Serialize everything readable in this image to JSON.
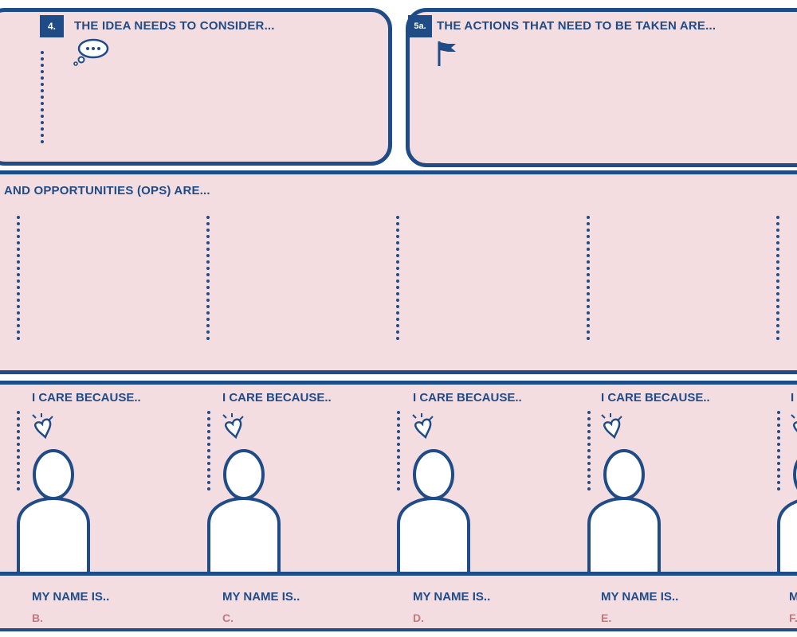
{
  "section4": {
    "number": "4.",
    "heading": "THE IDEA NEEDS TO CONSIDER..."
  },
  "section5a": {
    "number": "5a.",
    "heading": "THE ACTIONS THAT NEED TO BE TAKEN ARE..."
  },
  "ops": {
    "heading": "AND OPPORTUNITIES (OPS) ARE..."
  },
  "people": [
    {
      "care": "I CARE BECAUSE..",
      "name": "MY NAME IS..",
      "letter": "B."
    },
    {
      "care": "I CARE BECAUSE..",
      "name": "MY NAME IS..",
      "letter": "C."
    },
    {
      "care": "I CARE BECAUSE..",
      "name": "MY NAME IS..",
      "letter": "D."
    },
    {
      "care": "I CARE BECAUSE..",
      "name": "MY NAME IS..",
      "letter": "E."
    },
    {
      "care": "I",
      "name": "M",
      "letter": "F."
    }
  ],
  "colors": {
    "navy": "#1f4b87",
    "pink": "#f3dde1",
    "letter": "#c0797d"
  },
  "icons": [
    "thought-bubble-icon",
    "flag-icon",
    "heart-icon",
    "person-icon"
  ]
}
